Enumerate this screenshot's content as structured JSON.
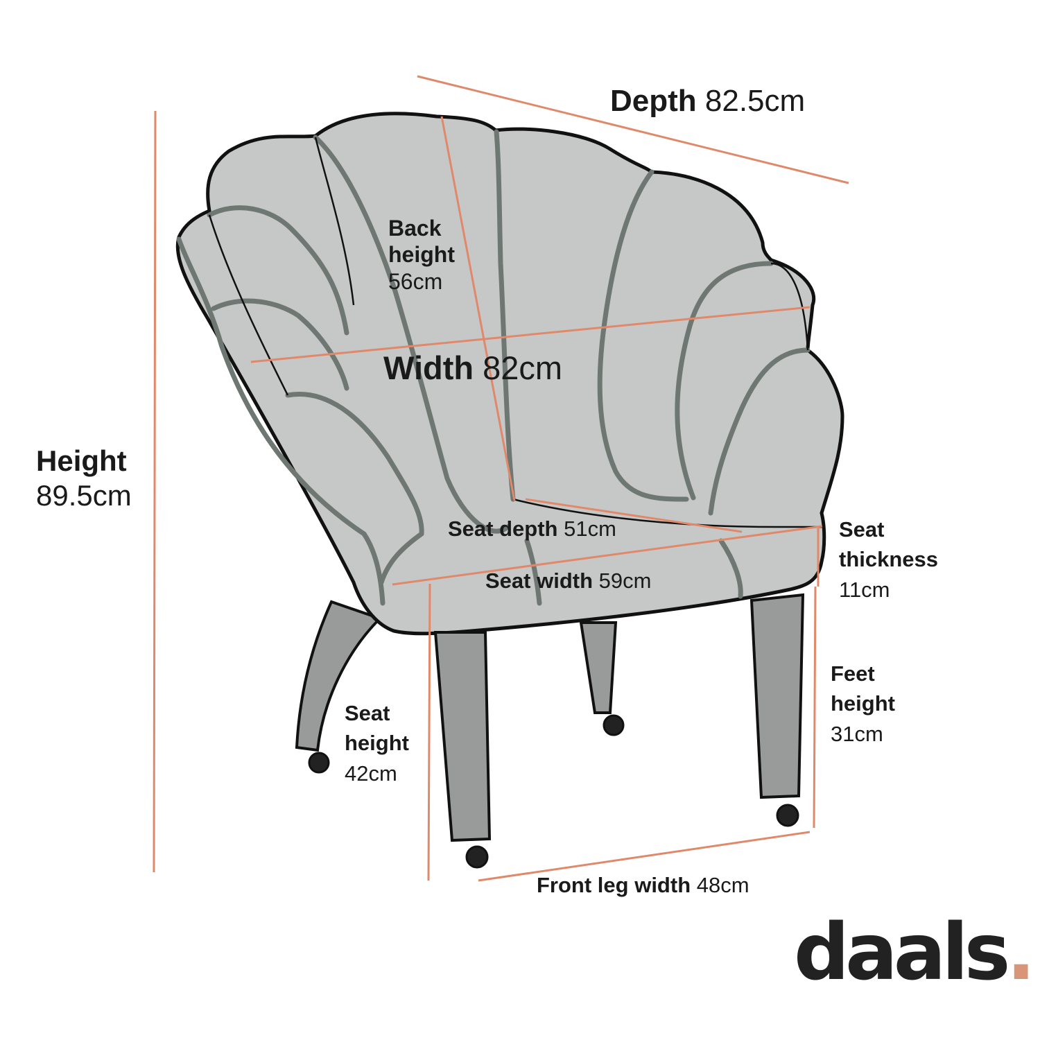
{
  "colors": {
    "dimension_line": "#e0896a",
    "upholstery": "#c6c7c7",
    "piping": "#6e7772",
    "legs": "#999b9b",
    "outline": "#111111",
    "logo_text": "#222222",
    "logo_dot": "#d99577"
  },
  "dimensions": {
    "depth": {
      "label": "Depth",
      "value": "82.5cm"
    },
    "back_height": {
      "label_line1": "Back",
      "label_line2": "height",
      "value": "56cm"
    },
    "width": {
      "label": "Width",
      "value": "82cm"
    },
    "height": {
      "label": "Height",
      "value": "89.5cm"
    },
    "seat_depth": {
      "label": "Seat depth",
      "value": "51cm"
    },
    "seat_width": {
      "label": "Seat width",
      "value": "59cm"
    },
    "seat_thickness": {
      "label_line1": "Seat",
      "label_line2": "thickness",
      "value": "11cm"
    },
    "feet_height": {
      "label_line1": "Feet",
      "label_line2": "height",
      "value": "31cm"
    },
    "seat_height": {
      "label_line1": "Seat",
      "label_line2": "height",
      "value": "42cm"
    },
    "front_leg_width": {
      "label": "Front leg width",
      "value": "48cm"
    }
  },
  "logo": {
    "text": "daals",
    "dot": "."
  }
}
